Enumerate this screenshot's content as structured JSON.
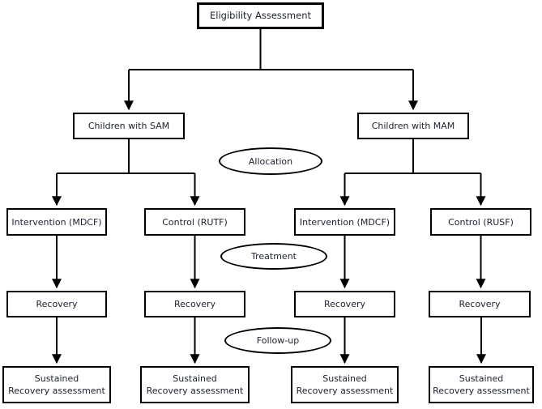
{
  "flowchart": {
    "type": "study-flow-diagram",
    "background": "#ffffff",
    "stroke_color": "#000000",
    "text_color": "#1c2130",
    "nodes": {
      "eligibility": "Eligibility Assessment",
      "sam": "Children with SAM",
      "mam": "Children with MAM",
      "allocation": "Allocation",
      "treatment": "Treatment",
      "followup": "Follow-up",
      "arms": [
        "Intervention (MDCF)",
        "Control (RUTF)",
        "Intervention (MDCF)",
        "Control (RUSF)"
      ],
      "recovery": [
        "Recovery",
        "Recovery",
        "Recovery",
        "Recovery"
      ],
      "final": [
        {
          "lines": [
            "Sustained",
            "Recovery assessment"
          ]
        },
        {
          "lines": [
            "Sustained",
            "Recovery assessment"
          ]
        },
        {
          "lines": [
            "Sustained",
            "Recovery assessment"
          ]
        },
        {
          "lines": [
            "Sustained",
            "Recovery assessment"
          ]
        }
      ]
    }
  }
}
